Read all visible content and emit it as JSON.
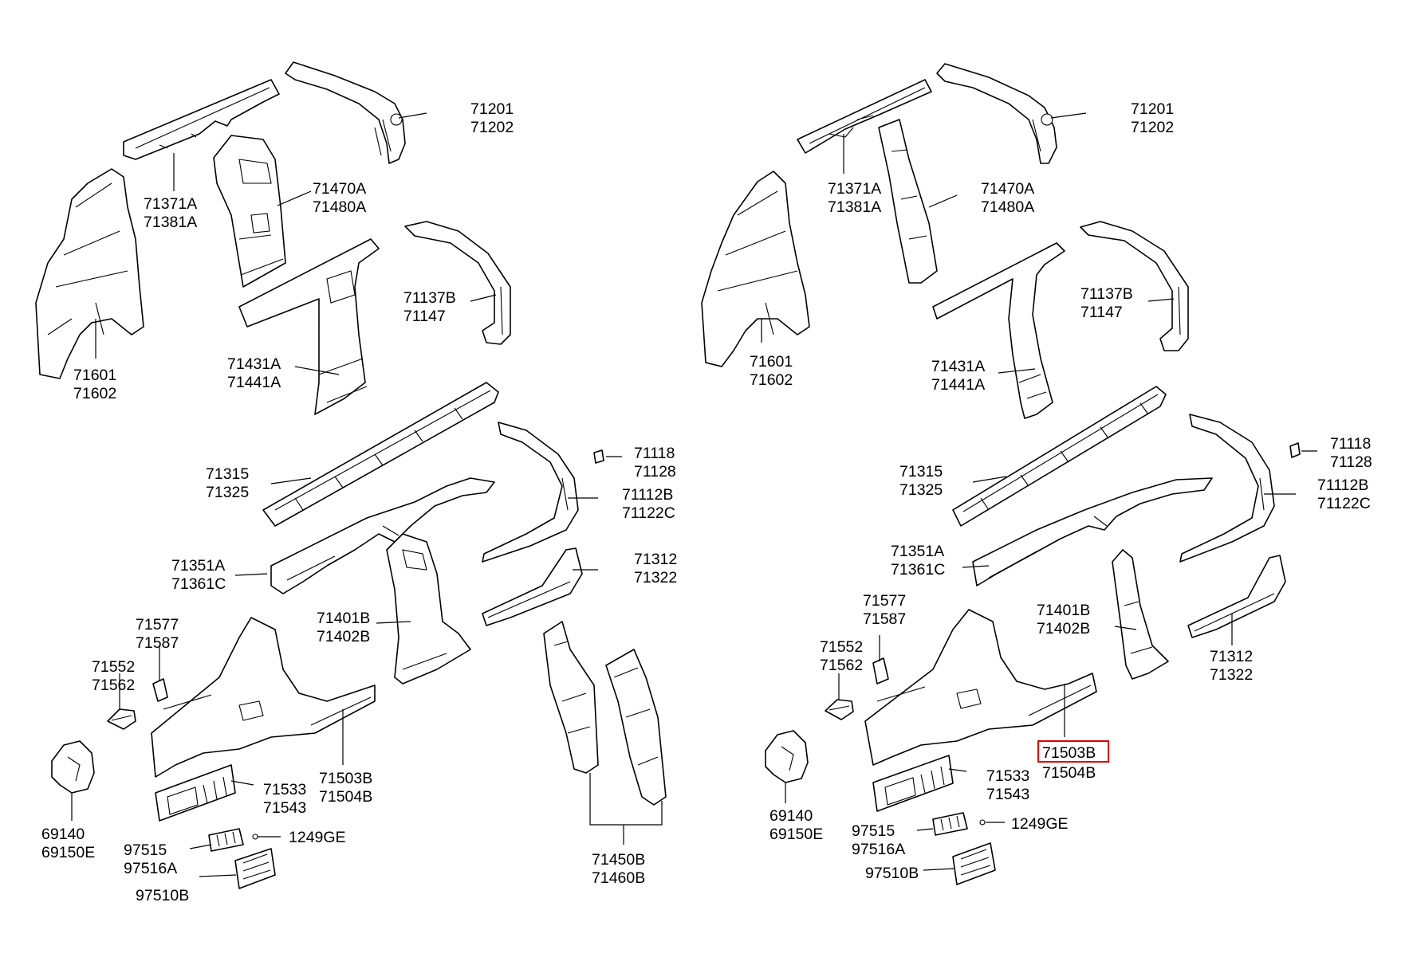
{
  "highlight_color": "#e00000",
  "labels": {
    "left_71201": "71201",
    "left_71202": "71202",
    "left_71371A": "71371A",
    "left_71381A": "71381A",
    "left_71470A": "71470A",
    "left_71480A": "71480A",
    "left_71601": "71601",
    "left_71602": "71602",
    "left_71137B": "71137B",
    "left_71147": "71147",
    "left_71431A": "71431A",
    "left_71441A": "71441A",
    "left_71315": "71315",
    "left_71325": "71325",
    "left_71118": "71118",
    "left_71128": "71128",
    "left_71112B": "71112B",
    "left_71122C": "71122C",
    "left_71351A": "71351A",
    "left_71361C": "71361C",
    "left_71312": "71312",
    "left_71322": "71322",
    "left_71577": "71577",
    "left_71587": "71587",
    "left_71401B": "71401B",
    "left_71402B": "71402B",
    "left_71552": "71552",
    "left_71562": "71562",
    "left_71503B": "71503B",
    "left_71504B": "71504B",
    "left_71533": "71533",
    "left_71543": "71543",
    "left_69140": "69140",
    "left_69150E": "69150E",
    "left_97515": "97515",
    "left_97516A": "97516A",
    "left_1249GE": "1249GE",
    "left_97510B": "97510B",
    "left_71450B": "71450B",
    "left_71460B": "71460B",
    "right_71201": "71201",
    "right_71202": "71202",
    "right_71371A": "71371A",
    "right_71381A": "71381A",
    "right_71470A": "71470A",
    "right_71480A": "71480A",
    "right_71601": "71601",
    "right_71602": "71602",
    "right_71137B": "71137B",
    "right_71147": "71147",
    "right_71431A": "71431A",
    "right_71441A": "71441A",
    "right_71315": "71315",
    "right_71325": "71325",
    "right_71118": "71118",
    "right_71128": "71128",
    "right_71112B": "71112B",
    "right_71122C": "71122C",
    "right_71351A": "71351A",
    "right_71361C": "71361C",
    "right_71577": "71577",
    "right_71587": "71587",
    "right_71552": "71552",
    "right_71562": "71562",
    "right_71401B": "71401B",
    "right_71402B": "71402B",
    "right_71312": "71312",
    "right_71322": "71322",
    "right_71503B": "71503B",
    "right_71504B": "71504B",
    "right_71533": "71533",
    "right_71543": "71543",
    "right_69140": "69140",
    "right_69150E": "69150E",
    "right_97515": "97515",
    "right_97516A": "97516A",
    "right_1249GE": "1249GE",
    "right_97510B": "97510B"
  }
}
